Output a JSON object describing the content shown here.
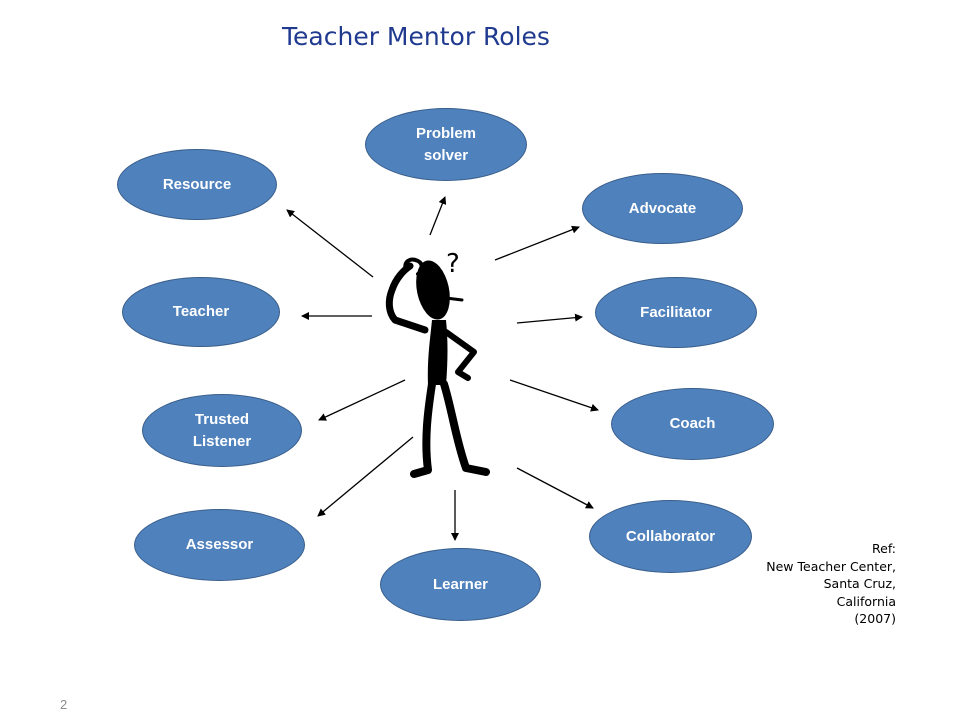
{
  "title": "Teacher Mentor Roles",
  "roles": [
    {
      "key": "problem_solver",
      "label": "Problem\nsolver"
    },
    {
      "key": "resource",
      "label": "Resource"
    },
    {
      "key": "advocate",
      "label": "Advocate"
    },
    {
      "key": "teacher",
      "label": "Teacher"
    },
    {
      "key": "facilitator",
      "label": "Facilitator"
    },
    {
      "key": "trusted_listener",
      "label": "Trusted\nListener"
    },
    {
      "key": "coach",
      "label": "Coach"
    },
    {
      "key": "assessor",
      "label": "Assessor"
    },
    {
      "key": "collaborator",
      "label": "Collaborator"
    },
    {
      "key": "learner",
      "label": "Learner"
    }
  ],
  "figure": {
    "question_mark": "?"
  },
  "reference": [
    "Ref:",
    "New Teacher Center,",
    "Santa Cruz,",
    "California",
    "(2007)"
  ],
  "page_number": "2",
  "colors": {
    "node_fill": "#4f81bd",
    "node_border": "#385d8a",
    "title": "#1f3a8f"
  }
}
